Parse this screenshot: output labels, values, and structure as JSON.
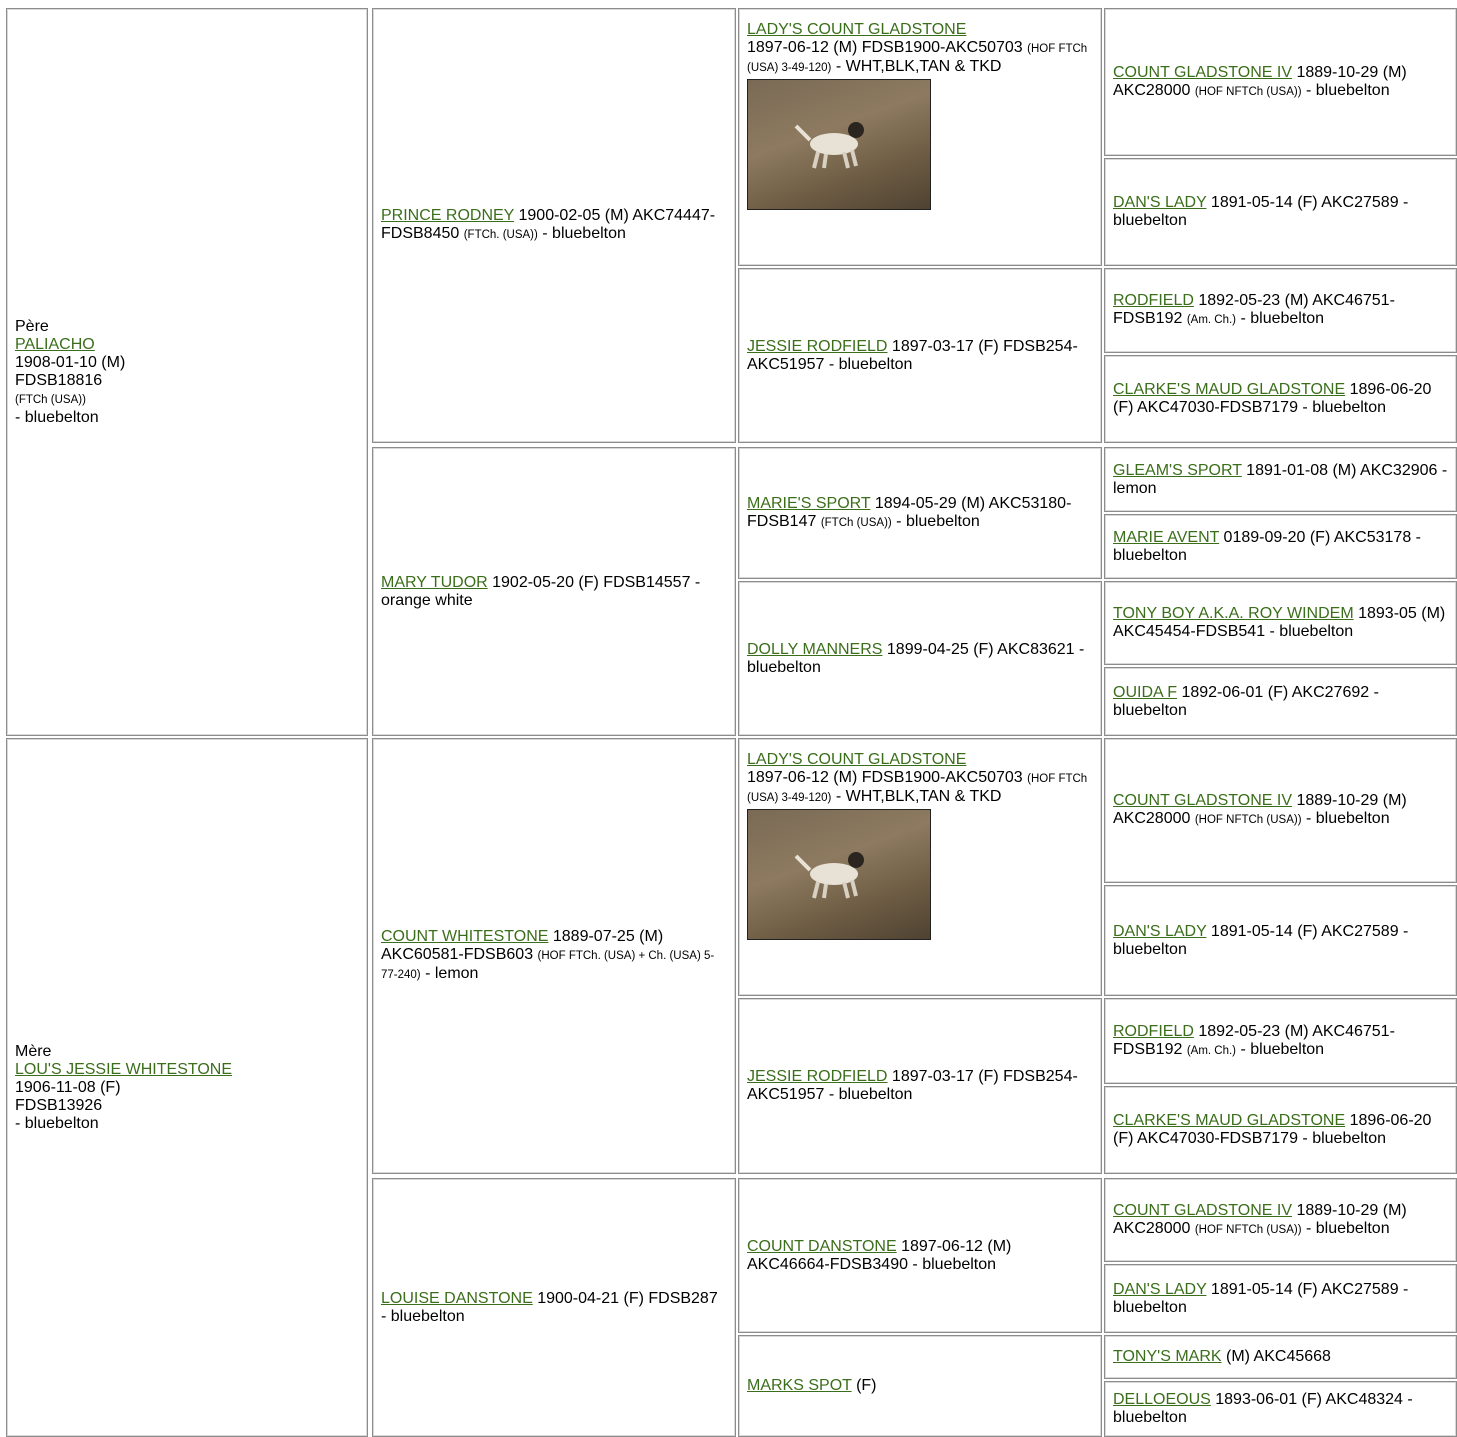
{
  "sire": {
    "label": "Père",
    "name": "PALIACHO",
    "date": "1908-01-10 (M)",
    "reg": "FDSB18816",
    "title": "(FTCh (USA))",
    "color": "- bluebelton"
  },
  "dam": {
    "label": "Mère",
    "name": "LOU'S JESSIE WHITESTONE",
    "date": "1906-11-08 (F)",
    "reg": "FDSB13926",
    "color": "- bluebelton"
  },
  "gen2": [
    {
      "name": "PRINCE RODNEY",
      "t1": " 1900-02-05 (M) AKC74447-FDSB8450 ",
      "sm": "(FTCh. (USA))",
      "t2": " - bluebelton"
    },
    {
      "name": "MARY TUDOR",
      "t1": " 1902-05-20 (F) FDSB14557 - orange white",
      "sm": "",
      "t2": ""
    },
    {
      "name": "COUNT WHITESTONE",
      "t1": " 1889-07-25 (M) AKC60581-FDSB603 ",
      "sm": "(HOF FTCh. (USA) + Ch. (USA) 5-77-240)",
      "t2": " - lemon"
    },
    {
      "name": "LOUISE DANSTONE",
      "t1": " 1900-04-21 (F) FDSB287 - bluebelton",
      "sm": "",
      "t2": ""
    }
  ],
  "gen3": [
    {
      "name": "LADY'S COUNT GLADSTONE",
      "t1": "1897-06-12 (M) FDSB1900-AKC50703 ",
      "sm": "(HOF FTCh (USA) 3-49-120)",
      "t2": " - WHT,BLK,TAN & TKD",
      "photo": "setter-dog-painting"
    },
    {
      "name": "JESSIE RODFIELD",
      "t1": " 1897-03-17 (F) FDSB254-AKC51957 - bluebelton",
      "sm": "",
      "t2": ""
    },
    {
      "name": "MARIE'S SPORT",
      "t1": " 1894-05-29 (M) AKC53180-FDSB147 ",
      "sm": "(FTCh (USA))",
      "t2": " - bluebelton"
    },
    {
      "name": "DOLLY MANNERS",
      "t1": " 1899-04-25 (F) AKC83621 - bluebelton",
      "sm": "",
      "t2": ""
    },
    {
      "name": "LADY'S COUNT GLADSTONE",
      "t1": "1897-06-12 (M) FDSB1900-AKC50703 ",
      "sm": "(HOF FTCh (USA) 3-49-120)",
      "t2": " - WHT,BLK,TAN & TKD",
      "photo": "setter-dog-painting"
    },
    {
      "name": "JESSIE RODFIELD",
      "t1": " 1897-03-17 (F) FDSB254-AKC51957 - bluebelton",
      "sm": "",
      "t2": ""
    },
    {
      "name": "COUNT DANSTONE",
      "t1": " 1897-06-12 (M) AKC46664-FDSB3490 - bluebelton",
      "sm": "",
      "t2": ""
    },
    {
      "name": "MARKS SPOT",
      "t1": " (F)",
      "sm": "",
      "t2": ""
    }
  ],
  "gen4": [
    {
      "name": "COUNT GLADSTONE IV",
      "t1": " 1889-10-29 (M) AKC28000 ",
      "sm": "(HOF NFTCh (USA))",
      "t2": " - bluebelton"
    },
    {
      "name": "DAN'S LADY",
      "t1": " 1891-05-14 (F) AKC27589 - bluebelton",
      "sm": "",
      "t2": ""
    },
    {
      "name": "RODFIELD",
      "t1": " 1892-05-23 (M) AKC46751-FDSB192 ",
      "sm": "(Am. Ch.)",
      "t2": " - bluebelton"
    },
    {
      "name": "CLARKE'S MAUD GLADSTONE",
      "t1": " 1896-06-20 (F) AKC47030-FDSB7179 - bluebelton",
      "sm": "",
      "t2": ""
    },
    {
      "name": "GLEAM'S SPORT",
      "t1": " 1891-01-08 (M) AKC32906 - lemon",
      "sm": "",
      "t2": ""
    },
    {
      "name": "MARIE AVENT",
      "t1": " 0189-09-20 (F) AKC53178 - bluebelton",
      "sm": "",
      "t2": ""
    },
    {
      "name": "TONY BOY A.K.A. ROY WINDEM",
      "t1": " 1893-05 (M) AKC45454-FDSB541 - bluebelton",
      "sm": "",
      "t2": ""
    },
    {
      "name": "OUIDA F",
      "t1": " 1892-06-01 (F) AKC27692 - bluebelton",
      "sm": "",
      "t2": ""
    },
    {
      "name": "COUNT GLADSTONE IV",
      "t1": " 1889-10-29 (M) AKC28000 ",
      "sm": "(HOF NFTCh (USA))",
      "t2": " - bluebelton"
    },
    {
      "name": "DAN'S LADY",
      "t1": " 1891-05-14 (F) AKC27589 - bluebelton",
      "sm": "",
      "t2": ""
    },
    {
      "name": "RODFIELD",
      "t1": " 1892-05-23 (M) AKC46751-FDSB192 ",
      "sm": "(Am. Ch.)",
      "t2": " - bluebelton"
    },
    {
      "name": "CLARKE'S MAUD GLADSTONE",
      "t1": " 1896-06-20 (F) AKC47030-FDSB7179 - bluebelton",
      "sm": "",
      "t2": ""
    },
    {
      "name": "COUNT GLADSTONE IV",
      "t1": " 1889-10-29 (M) AKC28000 ",
      "sm": "(HOF NFTCh (USA))",
      "t2": " - bluebelton"
    },
    {
      "name": "DAN'S LADY",
      "t1": " 1891-05-14 (F) AKC27589 - bluebelton",
      "sm": "",
      "t2": ""
    },
    {
      "name": "TONY'S MARK",
      "t1": " (M) AKC45668",
      "sm": "",
      "t2": ""
    },
    {
      "name": "DELLOEOUS",
      "t1": " 1893-06-01 (F) AKC48324 - bluebelton",
      "sm": "",
      "t2": ""
    }
  ],
  "colors": {
    "link": "#3b6e1a",
    "border": "#8c8c8c"
  }
}
